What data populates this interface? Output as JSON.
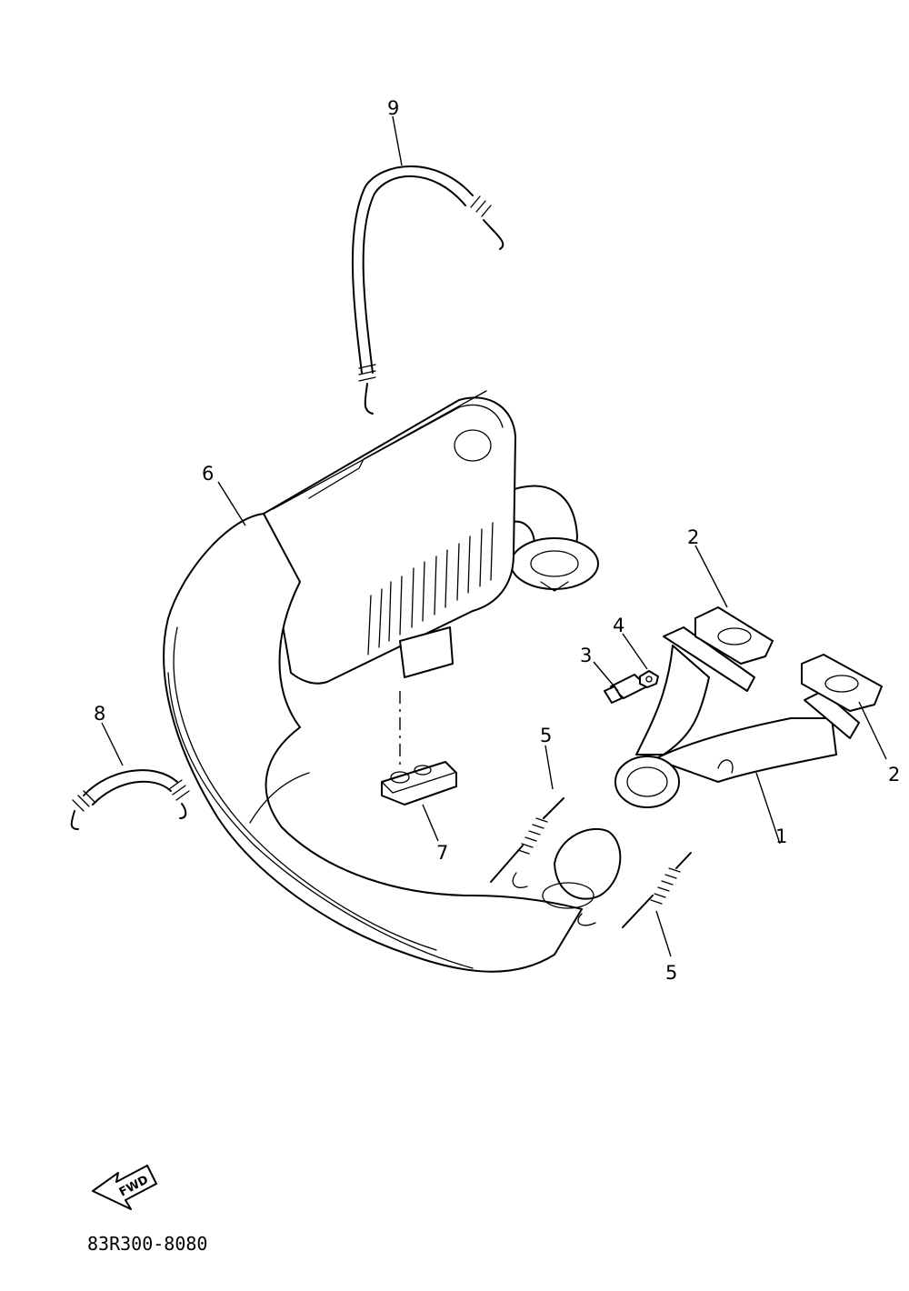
{
  "callouts": {
    "c1": "1",
    "c2a": "2",
    "c2b": "2",
    "c3": "3",
    "c4": "4",
    "c5a": "5",
    "c5b": "5",
    "c6": "6",
    "c7": "7",
    "c8": "8",
    "c9": "9"
  },
  "fwd_label": "FWD",
  "diagram_code": "83R300-8080"
}
